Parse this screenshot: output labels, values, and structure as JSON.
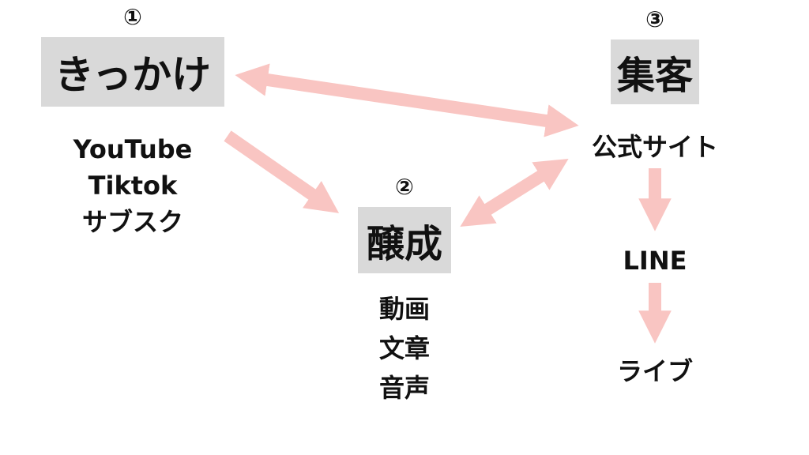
{
  "colors": {
    "arrow": "#f9c5c2",
    "box": "#d9d9d9",
    "text": "#111111"
  },
  "stage1": {
    "number": "①",
    "title": "きっかけ",
    "items": [
      "YouTube",
      "Tiktok",
      "サブスク"
    ]
  },
  "stage2": {
    "number": "②",
    "title": "醸成",
    "items": [
      "動画",
      "文章",
      "音声"
    ]
  },
  "stage3": {
    "number": "③",
    "title": "集客",
    "items": [
      "公式サイト",
      "LINE",
      "ライブ"
    ]
  }
}
